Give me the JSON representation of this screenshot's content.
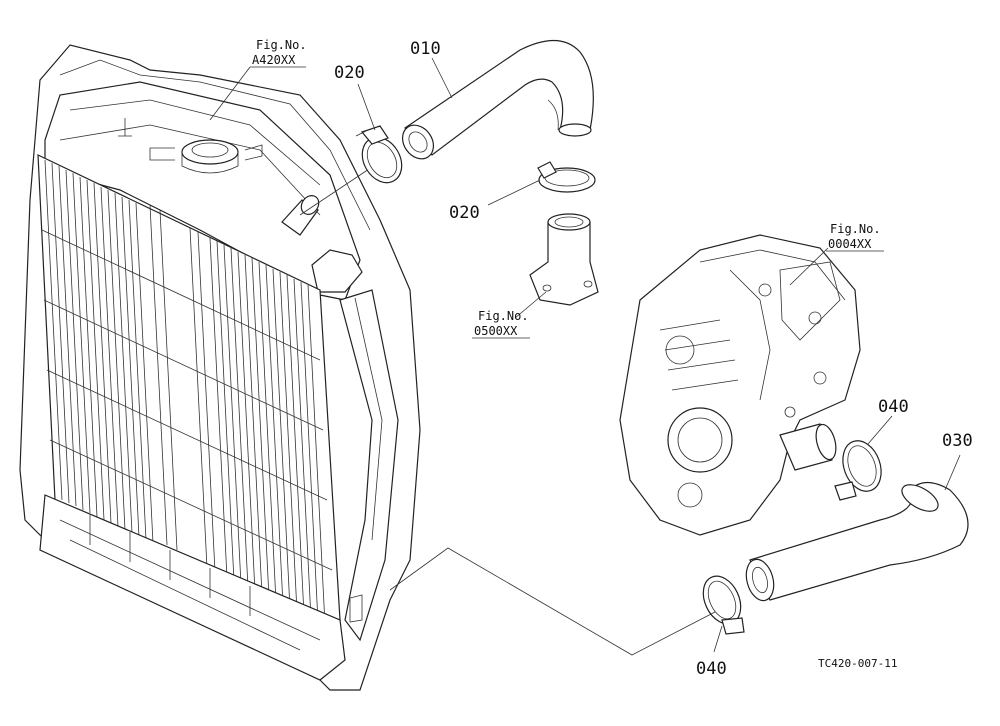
{
  "colors": {
    "line": "#222222",
    "background": "#ffffff"
  },
  "parts": [
    {
      "id": "p010",
      "label": "010"
    },
    {
      "id": "p020a",
      "label": "020"
    },
    {
      "id": "p020b",
      "label": "020"
    },
    {
      "id": "p030",
      "label": "030"
    },
    {
      "id": "p040a",
      "label": "040"
    },
    {
      "id": "p040b",
      "label": "040"
    }
  ],
  "figure_refs": [
    {
      "caption": "Fig.No.",
      "number": "A420XX"
    },
    {
      "caption": "Fig.No.",
      "number": "0500XX"
    },
    {
      "caption": "Fig.No.",
      "number": "0004XX"
    }
  ],
  "drawing_code": "TC420-007-11"
}
